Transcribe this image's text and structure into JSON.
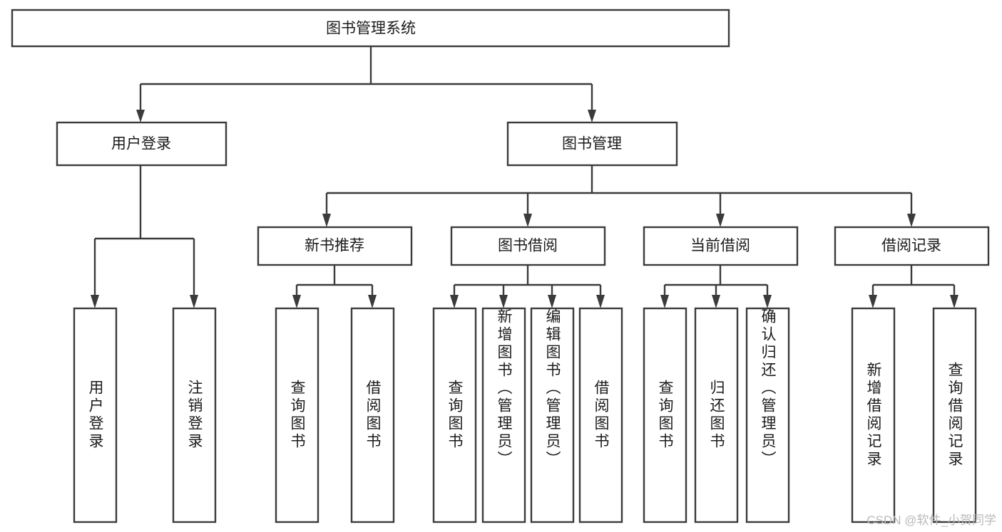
{
  "diagram": {
    "type": "tree",
    "title": "图书管理系统",
    "orientation": "top-down",
    "colors": {
      "box_stroke": "#3b3b3b",
      "box_fill": "#ffffff",
      "connector": "#3b3b3b",
      "text": "#1b1b1b",
      "background": "#ffffff",
      "watermark": "#b9b9b9"
    },
    "nodes": {
      "root": {
        "label": "图书管理系统"
      },
      "level1": [
        {
          "label": "用户登录"
        },
        {
          "label": "图书管理"
        }
      ],
      "level2": [
        {
          "label": "新书推荐"
        },
        {
          "label": "图书借阅"
        },
        {
          "label": "当前借阅"
        },
        {
          "label": "借阅记录"
        }
      ],
      "leaves_user_login": [
        {
          "label": "用户登录"
        },
        {
          "label": "注销登录"
        }
      ],
      "leaves_new_book": [
        {
          "label": "查询图书"
        },
        {
          "label": "借阅图书"
        }
      ],
      "leaves_borrow": [
        {
          "label": "查询图书"
        },
        {
          "label": "新增图书（管理员）"
        },
        {
          "label": "编辑图书（管理员）"
        },
        {
          "label": "借阅图书"
        }
      ],
      "leaves_current": [
        {
          "label": "查询图书"
        },
        {
          "label": "归还图书"
        },
        {
          "label": "确认归还（管理员）"
        }
      ],
      "leaves_records": [
        {
          "label": "新增借阅记录"
        },
        {
          "label": "查询借阅记录"
        }
      ]
    },
    "watermark": "CSDN @软件_小贺同学"
  }
}
